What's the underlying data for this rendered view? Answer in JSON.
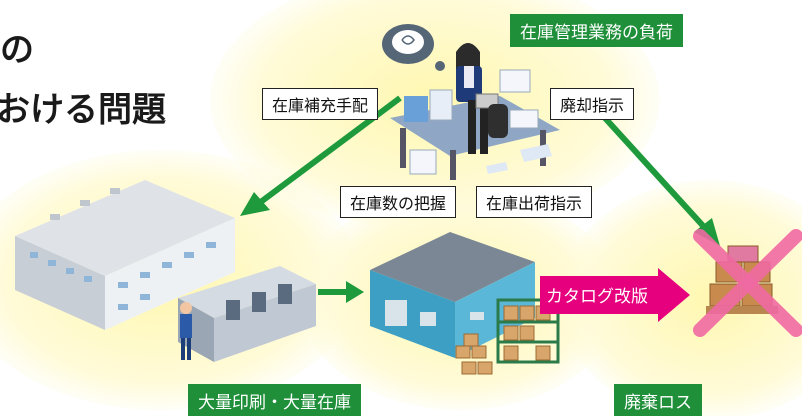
{
  "title": {
    "line1": "の",
    "line2": "おける問題"
  },
  "labels": {
    "workload": "在庫管理業務の負荷",
    "replenish": "在庫補充手配",
    "dispose_order": "廃却指示",
    "count_stock": "在庫数の把握",
    "ship_order": "在庫出荷指示",
    "catalog_revision": "カタログ改版",
    "mass_print": "大量印刷・大量在庫",
    "disposal_loss": "廃棄ロス"
  },
  "colors": {
    "green": "#1f8f3a",
    "arrow_green": "#1e9a3c",
    "magenta": "#e6007e",
    "glow": "#fff6a8",
    "warehouse_blue": "#3d9fc3",
    "cross_pink": "#f06aa3"
  },
  "icons": {
    "worker": "office-worker-at-desk-icon",
    "factory": "factory-building-icon",
    "press": "printing-press-icon",
    "warehouse": "warehouse-icon",
    "boxes": "stacked-boxes-icon",
    "loss": "crossed-out-boxes-icon",
    "thought": "spiral-thought-bubble-icon"
  }
}
